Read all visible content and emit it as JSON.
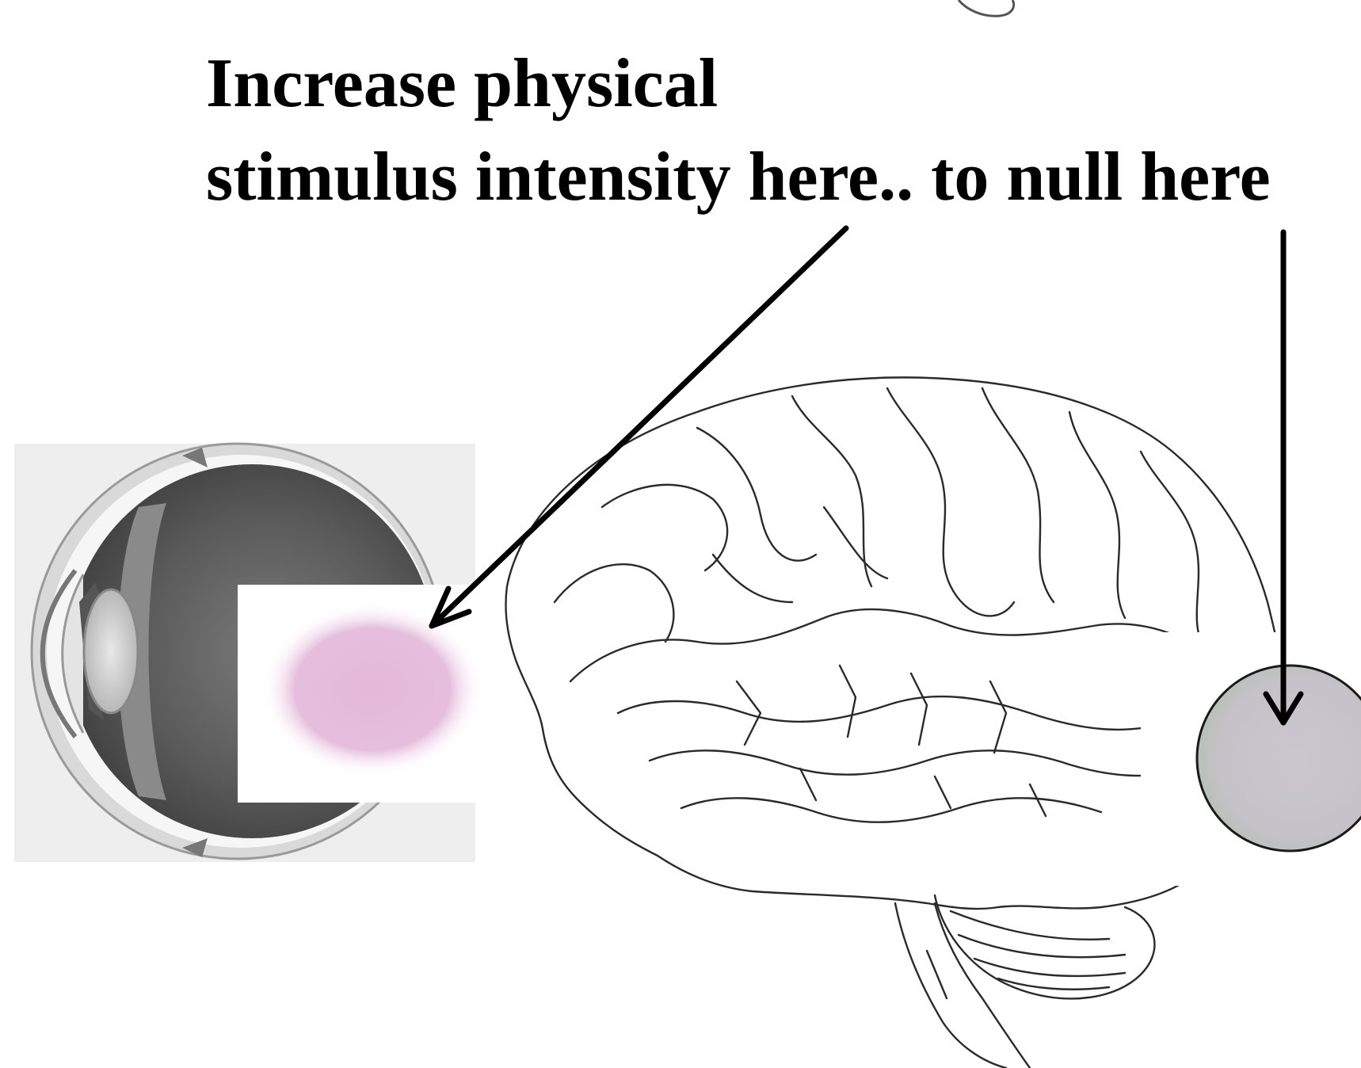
{
  "caption": {
    "line1": "Increase physical",
    "line2": "stimulus intensity here.. to null here"
  },
  "colors": {
    "ink": "#000000",
    "stimulus_pink": "#e6bedd",
    "null_grey": "#c8c4cc",
    "eye_dark": "#4a4a4a",
    "eye_bg": "#ededed"
  },
  "icons": [
    "eye-illustration",
    "brain-illustration",
    "arrow-icon"
  ]
}
